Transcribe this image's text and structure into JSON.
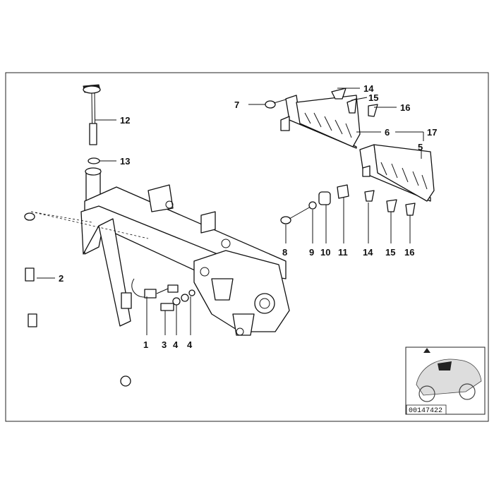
{
  "diagram": {
    "reference_number": "00147422",
    "callouts": [
      {
        "id": "c1",
        "label": "1"
      },
      {
        "id": "c2",
        "label": "2"
      },
      {
        "id": "c3",
        "label": "3"
      },
      {
        "id": "c4a",
        "label": "4"
      },
      {
        "id": "c4b",
        "label": "4"
      },
      {
        "id": "c5",
        "label": "5"
      },
      {
        "id": "c6",
        "label": "6"
      },
      {
        "id": "c7",
        "label": "7"
      },
      {
        "id": "c8",
        "label": "8"
      },
      {
        "id": "c9",
        "label": "9"
      },
      {
        "id": "c10",
        "label": "10"
      },
      {
        "id": "c11",
        "label": "11"
      },
      {
        "id": "c12",
        "label": "12"
      },
      {
        "id": "c13",
        "label": "13"
      },
      {
        "id": "c14a",
        "label": "14"
      },
      {
        "id": "c14b",
        "label": "14"
      },
      {
        "id": "c15a",
        "label": "15"
      },
      {
        "id": "c15b",
        "label": "15"
      },
      {
        "id": "c16a",
        "label": "16"
      },
      {
        "id": "c16b",
        "label": "16"
      },
      {
        "id": "c17",
        "label": "17"
      }
    ]
  }
}
